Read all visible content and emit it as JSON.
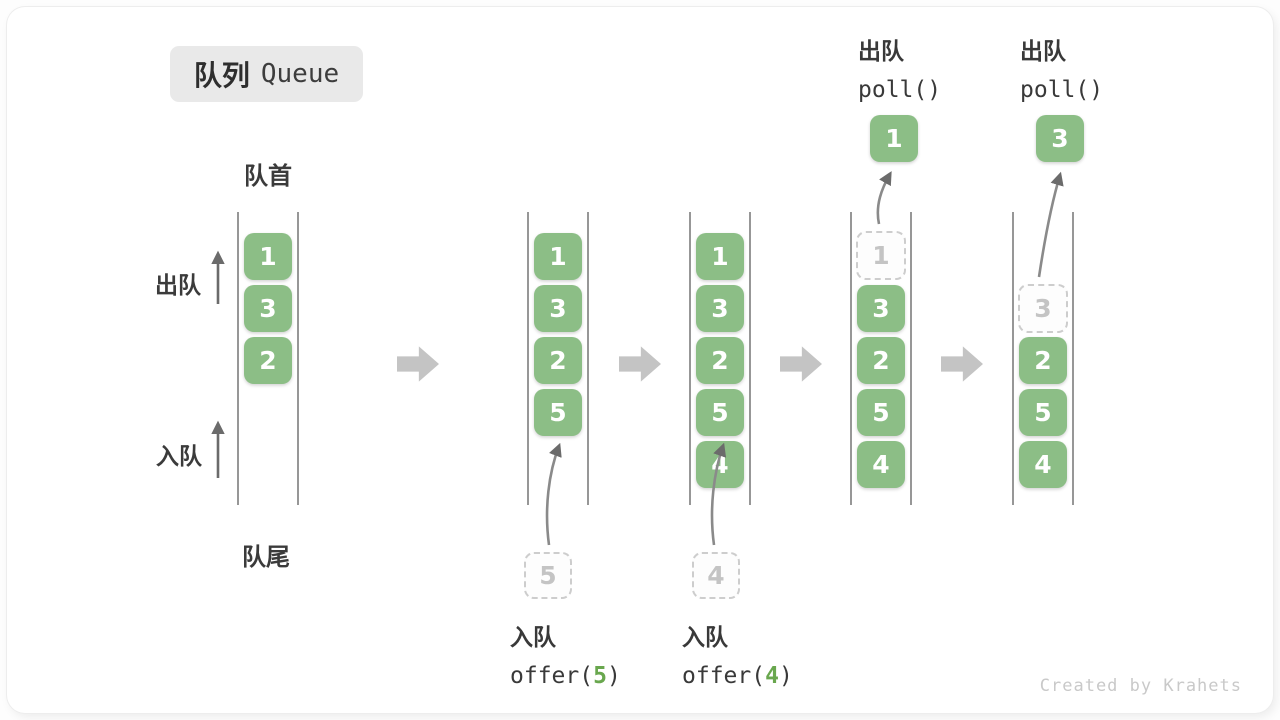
{
  "title": {
    "zh": "队列",
    "en": "Queue"
  },
  "side_labels": {
    "front": "队首",
    "rear": "队尾",
    "dequeue": "出队",
    "enqueue": "入队"
  },
  "colors": {
    "cell_green": "#8CBE86",
    "code_green": "#69a74e",
    "block_arrow_gray": "#c4c4c4",
    "dashed_gray": "#cdcdcd"
  },
  "states": {
    "s1": {
      "items": [
        "1",
        "3",
        "2"
      ]
    },
    "s2": {
      "items": [
        "1",
        "3",
        "2",
        "5"
      ],
      "pending": "5",
      "op_zh": "入队",
      "op_pre": "offer(",
      "op_arg": "5",
      "op_post": ")"
    },
    "s3": {
      "items": [
        "1",
        "3",
        "2",
        "5",
        "4"
      ],
      "pending": "4",
      "op_zh": "入队",
      "op_pre": "offer(",
      "op_arg": "4",
      "op_post": ")"
    },
    "s4": {
      "dashed": "1",
      "items": [
        "3",
        "2",
        "5",
        "4"
      ],
      "popped": "1",
      "op_zh": "出队",
      "op_code": "poll()"
    },
    "s5": {
      "dashed": "3",
      "items": [
        "2",
        "5",
        "4"
      ],
      "popped": "3",
      "op_zh": "出队",
      "op_code": "poll()"
    }
  },
  "watermark": "Created by Krahets"
}
